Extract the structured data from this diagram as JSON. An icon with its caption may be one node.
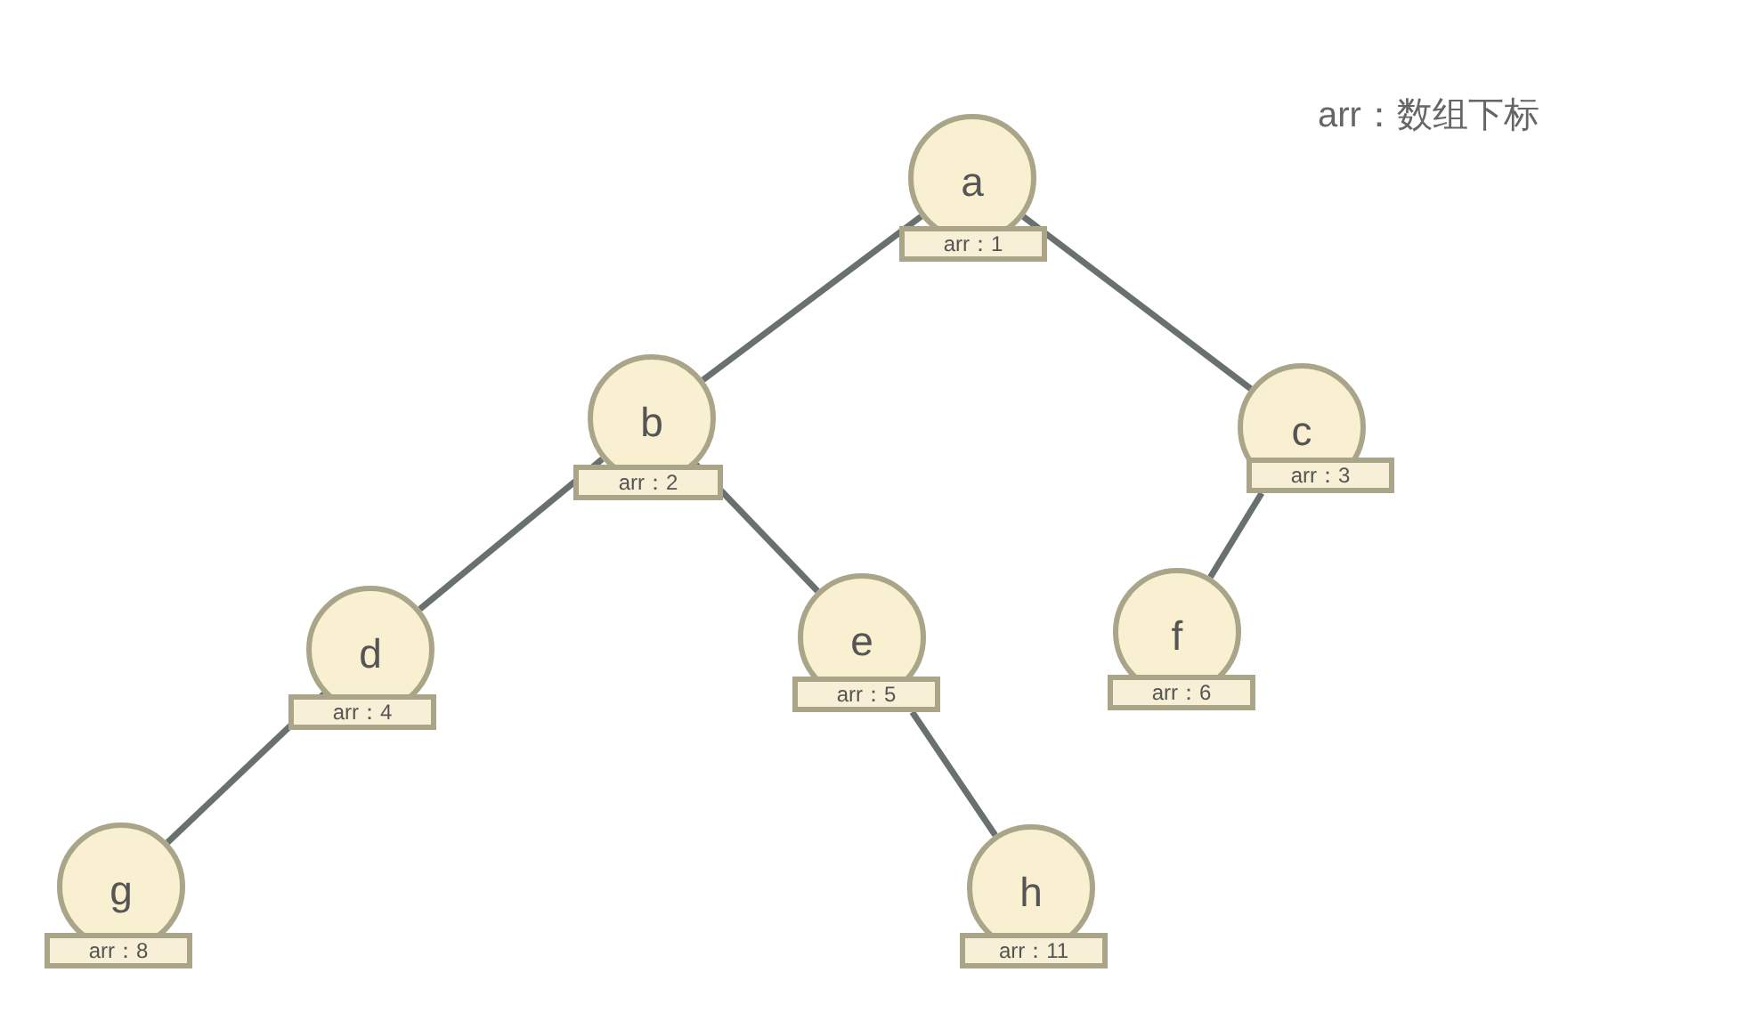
{
  "diagram": {
    "nodes": [
      {
        "text": [
          "a",
          "arr：1"
        ]
      },
      {
        "text": [
          "b",
          "arr：2"
        ]
      },
      {
        "text": [
          "c",
          "arr：3"
        ]
      },
      {
        "text": [
          "d",
          "arr：4"
        ]
      },
      {
        "text": [
          "e",
          "arr：5"
        ]
      },
      {
        "text": [
          "f",
          "arr：6"
        ]
      },
      {
        "text": [
          "g",
          "arr：8"
        ]
      },
      {
        "text": [
          "h",
          "arr：11"
        ]
      }
    ],
    "edges": [
      {
        "from": 0,
        "to": 1,
        "arrow": "none"
      },
      {
        "from": 0,
        "to": 2,
        "arrow": "none"
      },
      {
        "from": 1,
        "to": 3,
        "arrow": "none"
      },
      {
        "from": 1,
        "to": 4,
        "arrow": "none"
      },
      {
        "from": 2,
        "to": 5,
        "arrow": "none"
      },
      {
        "from": 3,
        "to": 6,
        "arrow": "none"
      },
      {
        "from": 4,
        "to": 7,
        "arrow": "none"
      }
    ],
    "labels": [
      "arr：数组下标"
    ]
  }
}
